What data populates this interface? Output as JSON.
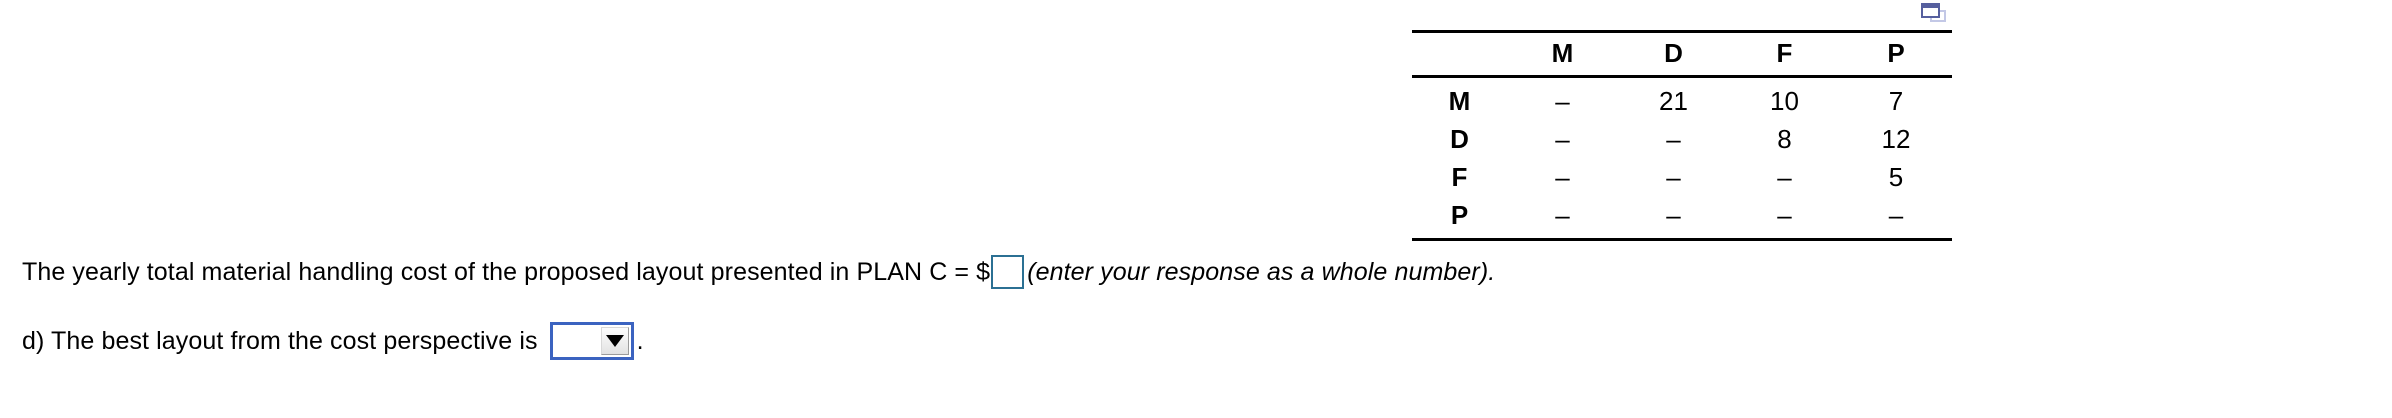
{
  "window_controls": {
    "popout_icon": "popout-window-icon"
  },
  "matrix_table": {
    "corner_label": "",
    "columns": [
      "M",
      "D",
      "F",
      "P"
    ],
    "rows": [
      {
        "label": "M",
        "cells": [
          "–",
          "21",
          "10",
          "7"
        ]
      },
      {
        "label": "D",
        "cells": [
          "–",
          "–",
          "8",
          "12"
        ]
      },
      {
        "label": "F",
        "cells": [
          "–",
          "–",
          "–",
          "5"
        ]
      },
      {
        "label": "P",
        "cells": [
          "–",
          "–",
          "–",
          "–"
        ]
      }
    ]
  },
  "question_c": {
    "prompt": "The yearly total material handling cost of the proposed layout presented in PLAN C = $",
    "input_value": "",
    "input_placeholder": "",
    "hint": "(enter your response as a whole number)."
  },
  "question_d": {
    "prompt": "d) The best layout from the cost perspective is",
    "dropdown_value": "",
    "trailing_punctuation": "."
  },
  "colors": {
    "input_border": "#2b7093",
    "dropdown_border": "#3b63c0",
    "icon_front": "#565f9e",
    "icon_back": "#c3c8e6",
    "rule": "#000000"
  }
}
